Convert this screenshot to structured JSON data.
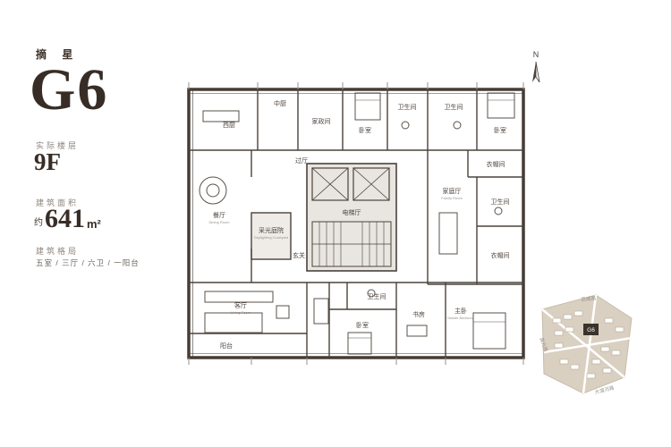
{
  "panel": {
    "tag": "摘 星",
    "unit": "G6",
    "floor_label": "实际楼层",
    "floor": "9F",
    "area_label": "建筑面积",
    "area_prefix": "约",
    "area_value": "641",
    "area_unit": "m²",
    "layout_label": "建筑格局",
    "layout": "五室 / 三厅 / 六卫 / 一阳台"
  },
  "compass": {
    "label": "N"
  },
  "plan": {
    "rooms": [
      {
        "label": "西厨"
      },
      {
        "label": "中厨"
      },
      {
        "label": "家政间"
      },
      {
        "label": "卧室"
      },
      {
        "label": "卫生间"
      },
      {
        "label": "卫生间"
      },
      {
        "label": "卧室"
      },
      {
        "label": "衣帽间"
      },
      {
        "label": "过厅"
      },
      {
        "label": "餐厅",
        "en": "Dining Room"
      },
      {
        "label": "采光庭院",
        "en": "Daylighting Courtyard"
      },
      {
        "label": "玄关"
      },
      {
        "label": "电梯厅"
      },
      {
        "label": "家庭厅",
        "en": "Family Room"
      },
      {
        "label": "卫生间"
      },
      {
        "label": "衣帽间"
      },
      {
        "label": "客厅",
        "en": "Living Room"
      },
      {
        "label": "阳台"
      },
      {
        "label": "卫生间"
      },
      {
        "label": "卧室"
      },
      {
        "label": "书房"
      },
      {
        "label": "主卧",
        "en": "Master Bedroom"
      }
    ]
  },
  "map": {
    "unit_label": "G6",
    "roads": [
      "武威路",
      "真光路",
      "大渡河路"
    ]
  }
}
